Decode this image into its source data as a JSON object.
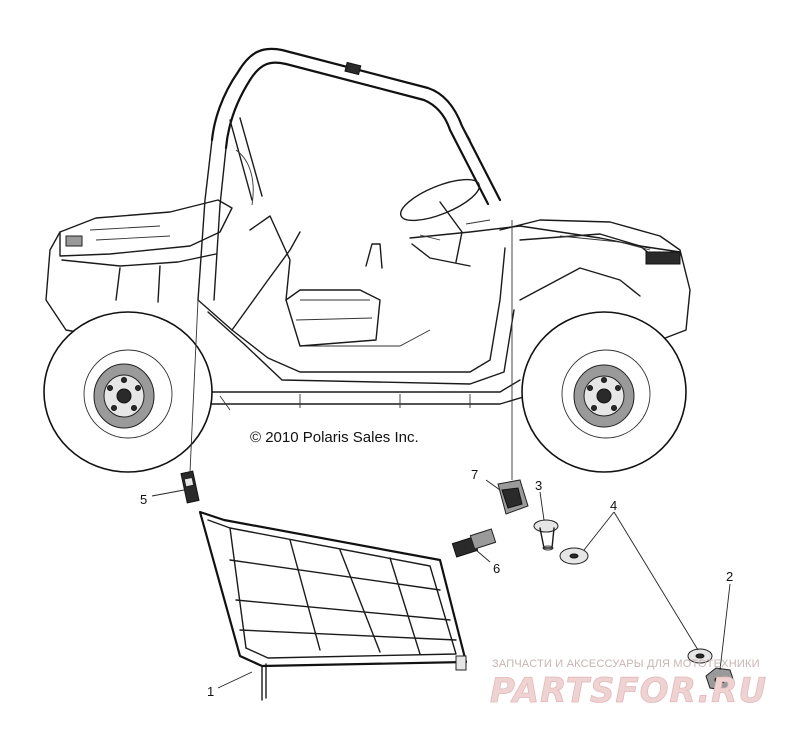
{
  "diagram": {
    "copyright": "© 2010 Polaris Sales Inc.",
    "callouts": [
      "1",
      "2",
      "3",
      "4",
      "5",
      "6",
      "7"
    ]
  },
  "watermark": {
    "tagline": "ЗАПЧАСТИ И АКСЕССУАРЫ ДЛЯ МОТОТЕХНИКИ",
    "brand": "PARTSFOR.RU"
  },
  "colors": {
    "line": "#1a1a1a",
    "background": "#ffffff",
    "watermark": "#e3b8b8"
  }
}
